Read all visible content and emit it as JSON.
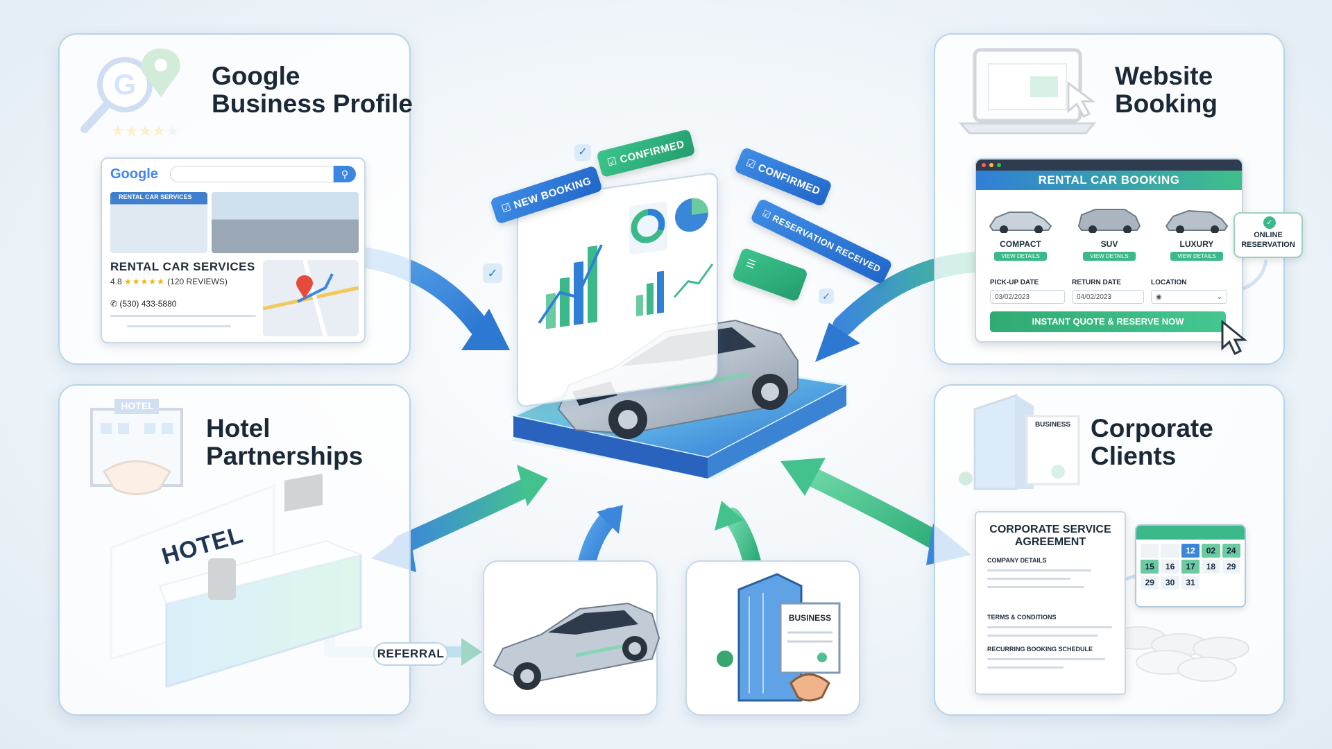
{
  "panels": {
    "google": {
      "title_line1": "Google",
      "title_line2": "Business Profile"
    },
    "website": {
      "title_line1": "Website",
      "title_line2": "Booking"
    },
    "hotel": {
      "title_line1": "Hotel",
      "title_line2": "Partnerships"
    },
    "corporate": {
      "title_line1": "Corporate",
      "title_line2": "Clients"
    }
  },
  "google_listing": {
    "logo": "Google",
    "search_icon": "search-icon",
    "storefront_sign": "RENTAL CAR SERVICES",
    "name": "RENTAL CAR SERVICES",
    "rating": "4.8",
    "stars": "★★★★★",
    "reviews": "(120 REVIEWS)",
    "phone": "(530) 433-5880"
  },
  "booking": {
    "header": "RENTAL CAR BOOKING",
    "cars": [
      {
        "label": "COMPACT",
        "button": "VIEW DETAILS"
      },
      {
        "label": "SUV",
        "button": "VIEW DETAILS"
      },
      {
        "label": "LUXURY",
        "button": "VIEW DETAILS"
      }
    ],
    "pickup_label": "PICK-UP DATE",
    "pickup_value": "03/02/2023",
    "return_label": "RETURN DATE",
    "return_value": "04/02/2023",
    "location_label": "LOCATION",
    "cta": "INSTANT QUOTE & RESERVE NOW",
    "online_badge": "ONLINE RESERVATION"
  },
  "center": {
    "new_booking": "NEW BOOKING",
    "confirmed_1": "CONFIRMED",
    "confirmed_2": "CONFIRMED",
    "reservation": "RESERVATION RECEIVED"
  },
  "hotel": {
    "building_sign": "HOTEL",
    "desk_sign": "HOTEL",
    "referral": "REFERRAL"
  },
  "business": {
    "doc_small": "BUSINESS",
    "doc_bottom": "BUSINESS"
  },
  "agreement": {
    "title": "CORPORATE SERVICE AGREEMENT",
    "company": "COMPANY DETAILS",
    "terms": "TERMS & CONDITIONS",
    "schedule": "RECURRING BOOKING SCHEDULE"
  },
  "calendar": {
    "days": [
      "",
      "",
      "12",
      "02",
      "24",
      "15",
      "16",
      "17",
      "18",
      "29",
      "29",
      "30",
      "31",
      "",
      ""
    ]
  },
  "colors": {
    "blue": "#2f7fd6",
    "green": "#3cb98a",
    "panel_border": "#b9d3e6"
  }
}
